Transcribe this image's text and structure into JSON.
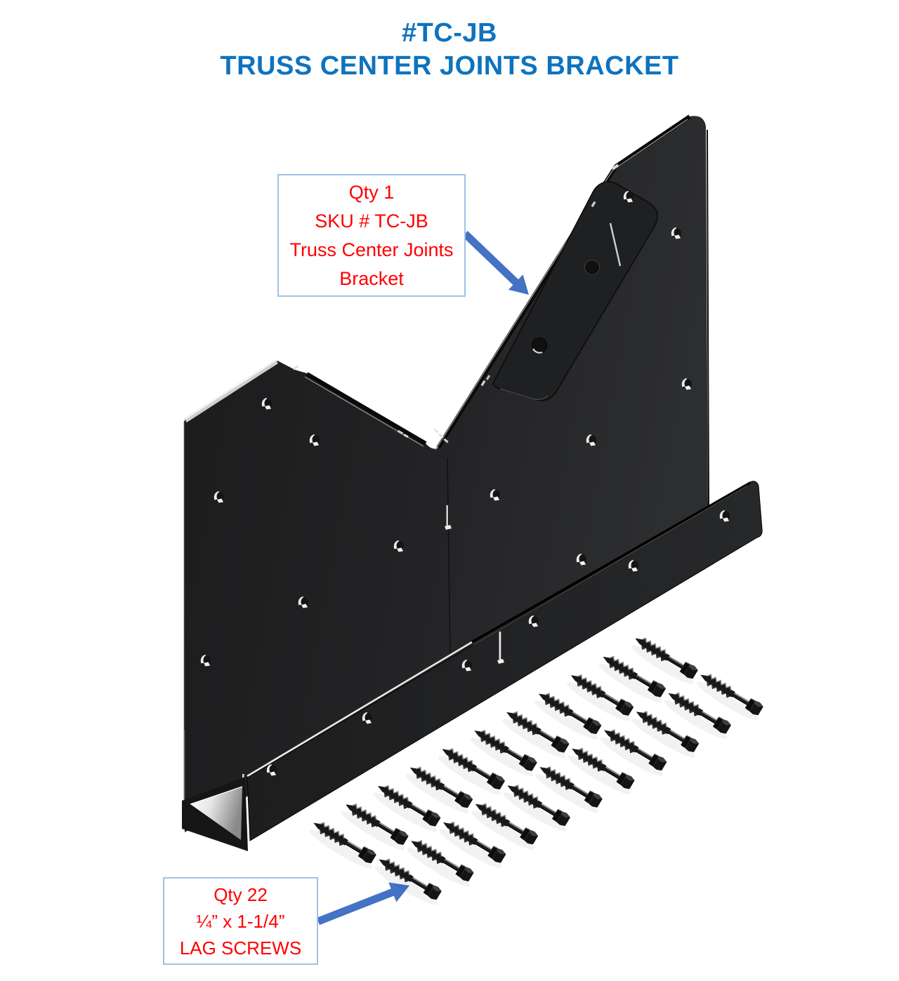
{
  "title": {
    "line1": "#TC-JB",
    "line2": "TRUSS CENTER JOINTS BRACKET",
    "color": "#0E73BF"
  },
  "callout_bracket": {
    "line1": "Qty 1",
    "line2": "SKU # TC-JB",
    "line3": "Truss Center Joints",
    "line4": "Bracket",
    "text_color": "#FF0000",
    "border_color": "#9DC3E6"
  },
  "callout_screws": {
    "line1": "Qty 22",
    "line2": "¼” x 1-1/4”",
    "line3": "LAG SCREWS",
    "text_color": "#FF0000",
    "border_color": "#9DC3E6"
  },
  "arrows": {
    "color": "#4472C4"
  },
  "diagram": {
    "bracket": {
      "body_color": "#232324",
      "highlight_color": "#e8e8e8"
    },
    "screws": {
      "count": 22,
      "rows": 2,
      "color": "#1b1b1b"
    }
  }
}
